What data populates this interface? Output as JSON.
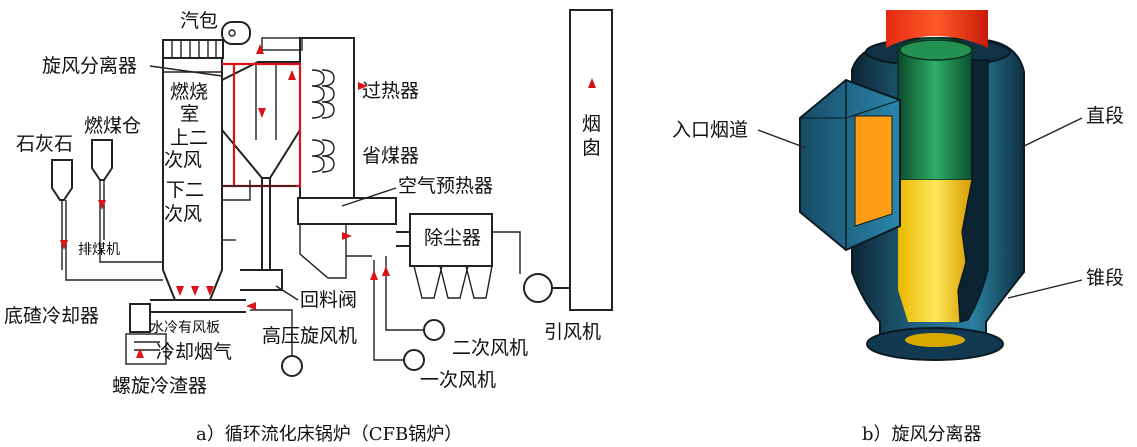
{
  "left_diagram": {
    "caption": "a）循环流化床锅炉（CFB锅炉）",
    "labels": {
      "qibao": "汽包",
      "xuanfeng": "旋风分离器",
      "guore": "过热器",
      "ranmei": "燃煤仓",
      "shihui": "石灰石",
      "ranshao1": "燃烧",
      "ranshao2": "室",
      "shang1": "上二",
      "shang2": "次风",
      "xia1": "下二",
      "xia2": "次风",
      "shengmei": "省煤器",
      "yancong1": "烟",
      "yancong2": "囱",
      "kongqi": "空气预热器",
      "paimei": "排煤机",
      "chuchen": "除尘器",
      "huiliao": "回料阀",
      "dizha": "底碴冷却器",
      "shuileng": "水冷有风板",
      "gaoya": "高压旋风机",
      "erci": "二次风机",
      "yinfeng": "引风机",
      "lengque": "冷却烟气",
      "yici": "一次风机",
      "luoxuan": "螺旋冷渣器"
    }
  },
  "right_diagram": {
    "caption": "b）旋风分离器",
    "labels": {
      "rukou": "入口烟道",
      "zhiduan": "直段",
      "zhuiduan": "锥段"
    }
  }
}
